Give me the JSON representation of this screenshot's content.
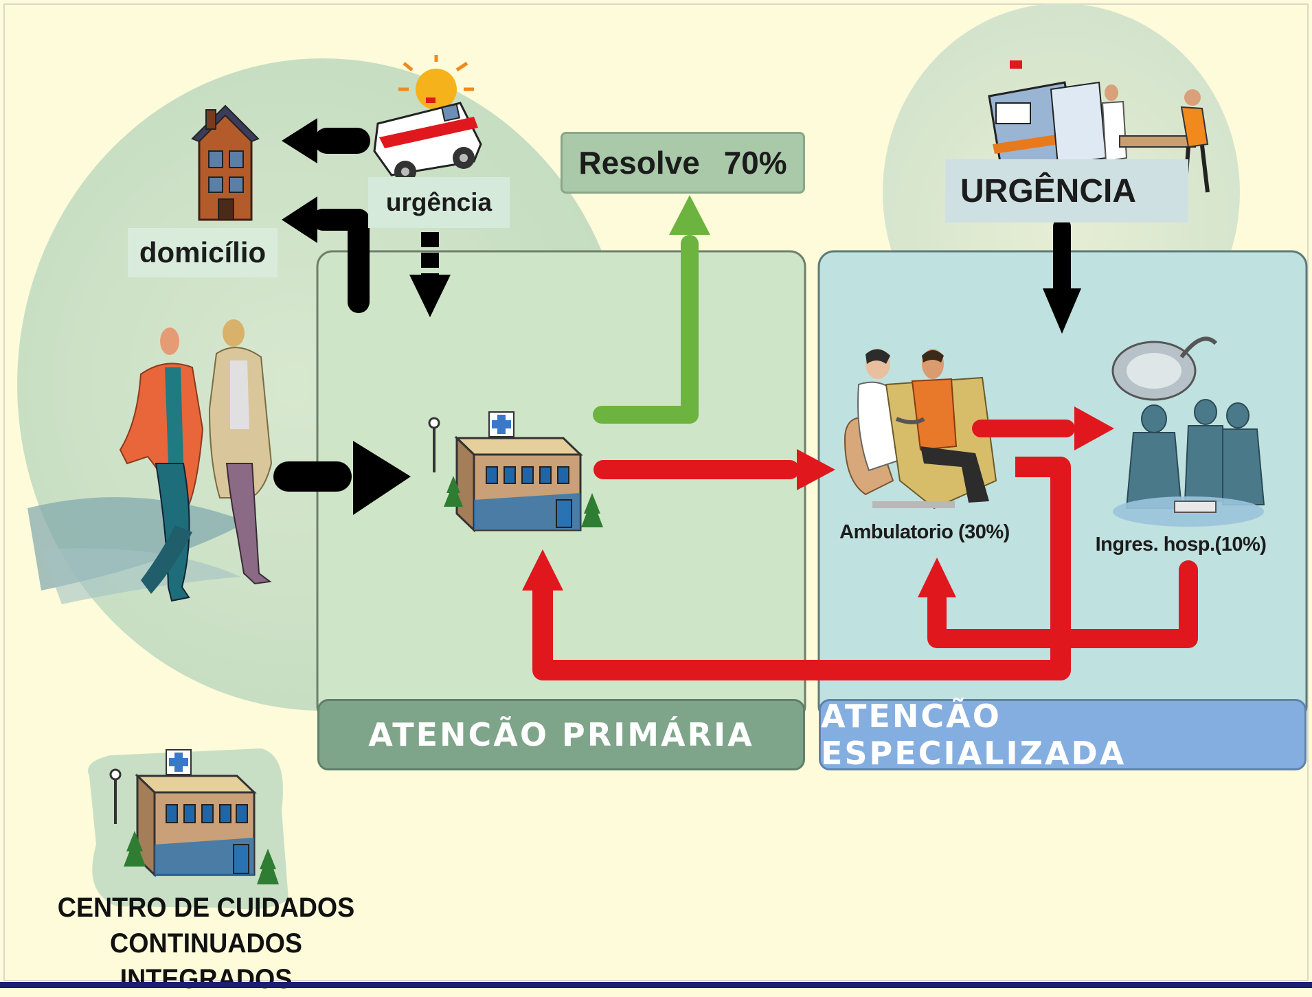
{
  "nodes": {
    "domicilio": "domicílio",
    "urgencia_small": "urgência",
    "resolve": "Resolve 70%",
    "urgencia_big": "URGÊNCIA",
    "ambulatorio": "Ambulatorio (30%)",
    "ingres_hosp": "Ingres. hosp.(10%)",
    "centro_line1": "CENTRO DE CUIDADOS",
    "centro_line2": "CONTINUADOS INTEGRADOS"
  },
  "panels": {
    "primaria": "ATENCÃO PRIMÁRIA",
    "especializada": "ATENCÃO ESPECIALIZADA"
  },
  "colors": {
    "background": "#fdfbd9",
    "primary_panel": "#cfe5c8",
    "specialized_panel": "#bfe1df",
    "arrow_black": "#000000",
    "arrow_red": "#e0181e",
    "arrow_green": "#6db33f",
    "bottom_bar": "#1b1f72"
  },
  "icons": [
    "house-icon",
    "ambulance-icon",
    "people-icon",
    "clinic-icon",
    "ambulance-stretcher-icon",
    "doctor-patient-icon",
    "surgery-team-icon",
    "care-center-icon"
  ]
}
